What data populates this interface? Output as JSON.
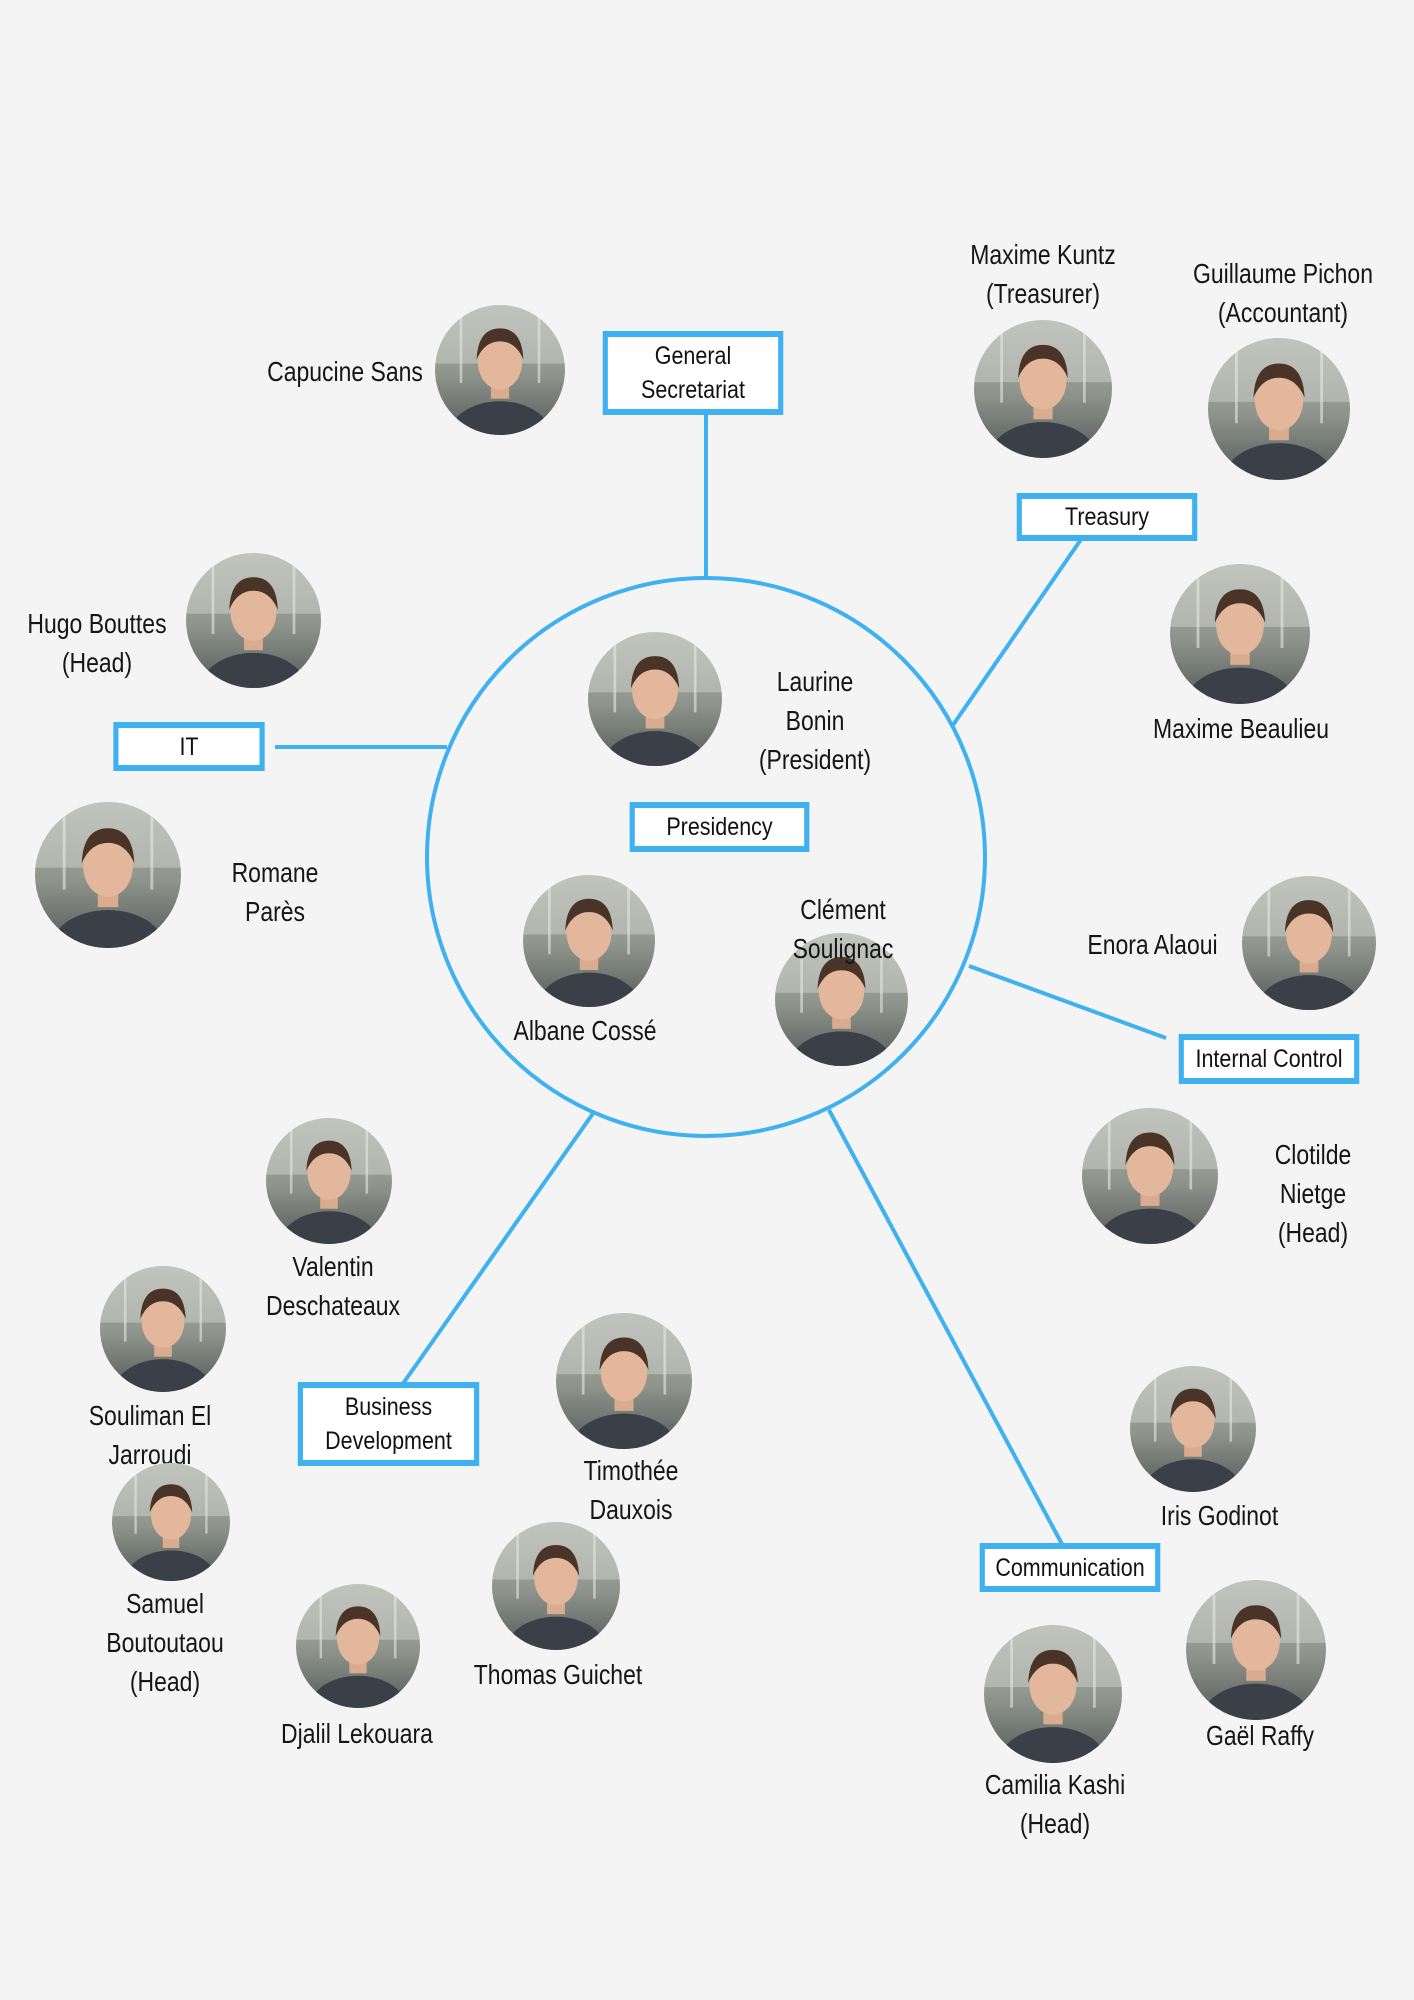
{
  "colors": {
    "accent": "#3fb0f0",
    "background": "#f4f4f4",
    "text": "#151515"
  },
  "departments": {
    "presidency": "Presidency",
    "general_secretariat": "General\nSecretariat",
    "treasury": "Treasury",
    "it": "IT",
    "internal_control": "Internal Control",
    "business_development": "Business\nDevelopment",
    "communication": "Communication"
  },
  "people": {
    "laurine_bonin": "Laurine Bonin\n(President)",
    "albane_cosse": "Albane Cossé",
    "clement_soulignac": "Clément Soulignac",
    "capucine_sans": "Capucine Sans",
    "maxime_kuntz": "Maxime Kuntz\n(Treasurer)",
    "guillaume_pichon": "Guillaume Pichon\n(Accountant)",
    "maxime_beaulieu": "Maxime Beaulieu",
    "hugo_bouttes": "Hugo Bouttes\n(Head)",
    "romane_pares": "Romane Parès",
    "enora_alaoui": "Enora Alaoui",
    "clotilde_nietge": "Clotilde Nietge\n(Head)",
    "valentin_deschateaux": "Valentin Deschateaux",
    "souliman_el_jarroudi": "Souliman El Jarroudi",
    "timothee_dauxois": "Timothée Dauxois",
    "samuel_boutoutaou": "Samuel Boutoutaou\n(Head)",
    "djalil_lekouara": "Djalil Lekouara",
    "thomas_guichet": "Thomas Guichet",
    "iris_godinot": "Iris Godinot",
    "gael_raffy": "Gaël Raffy",
    "camilia_kashi": "Camilia Kashi\n(Head)"
  }
}
